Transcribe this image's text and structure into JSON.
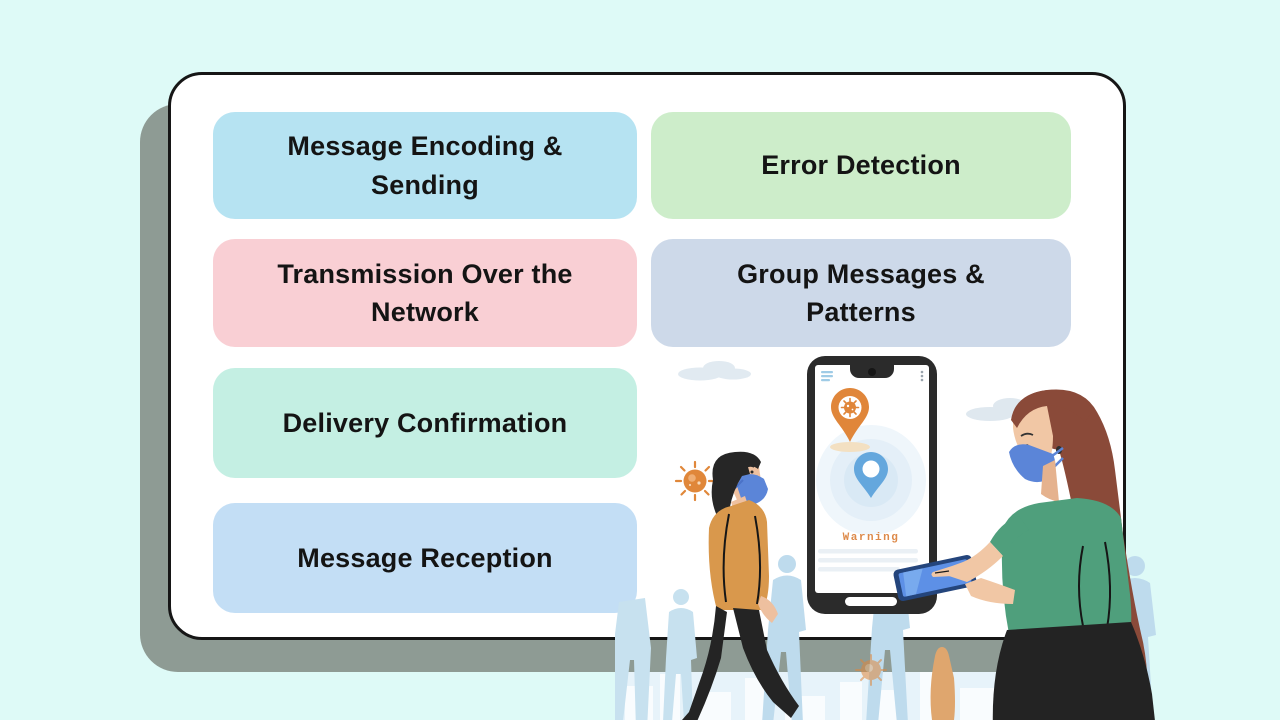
{
  "page": {
    "background_color": "#defaf7"
  },
  "card": {
    "background_color": "#ffffff",
    "border_color": "#161616",
    "shadow_color": "#8e9b94"
  },
  "topics": [
    {
      "label": "Message Encoding & Sending",
      "color": "#b6e3f2"
    },
    {
      "label": "Error Detection",
      "color": "#cdedca"
    },
    {
      "label": "Transmission Over the Network",
      "color": "#f9cfd4"
    },
    {
      "label": "Group Messages & Patterns",
      "color": "#cdd9e9"
    },
    {
      "label": "Delivery Confirmation",
      "color": "#c4efe3"
    },
    {
      "label": "Message Reception",
      "color": "#c3def5"
    }
  ],
  "illustration": {
    "phone": {
      "warning_label": "Warning",
      "warning_color": "#dd8a4a",
      "pin_orange": "#e0863a",
      "pin_blue": "#64a7dd"
    },
    "people": {
      "man_shirt_color": "#d9984c",
      "woman_shirt_color": "#4f9f7c",
      "mask_color": "#5b85d8",
      "silhouette_color": "#bedbed"
    },
    "icons": [
      "hamburger-menu",
      "kebab-menu",
      "virus-location-pin",
      "location-pin",
      "virus",
      "cloud",
      "home-indicator",
      "city-skyline"
    ]
  }
}
